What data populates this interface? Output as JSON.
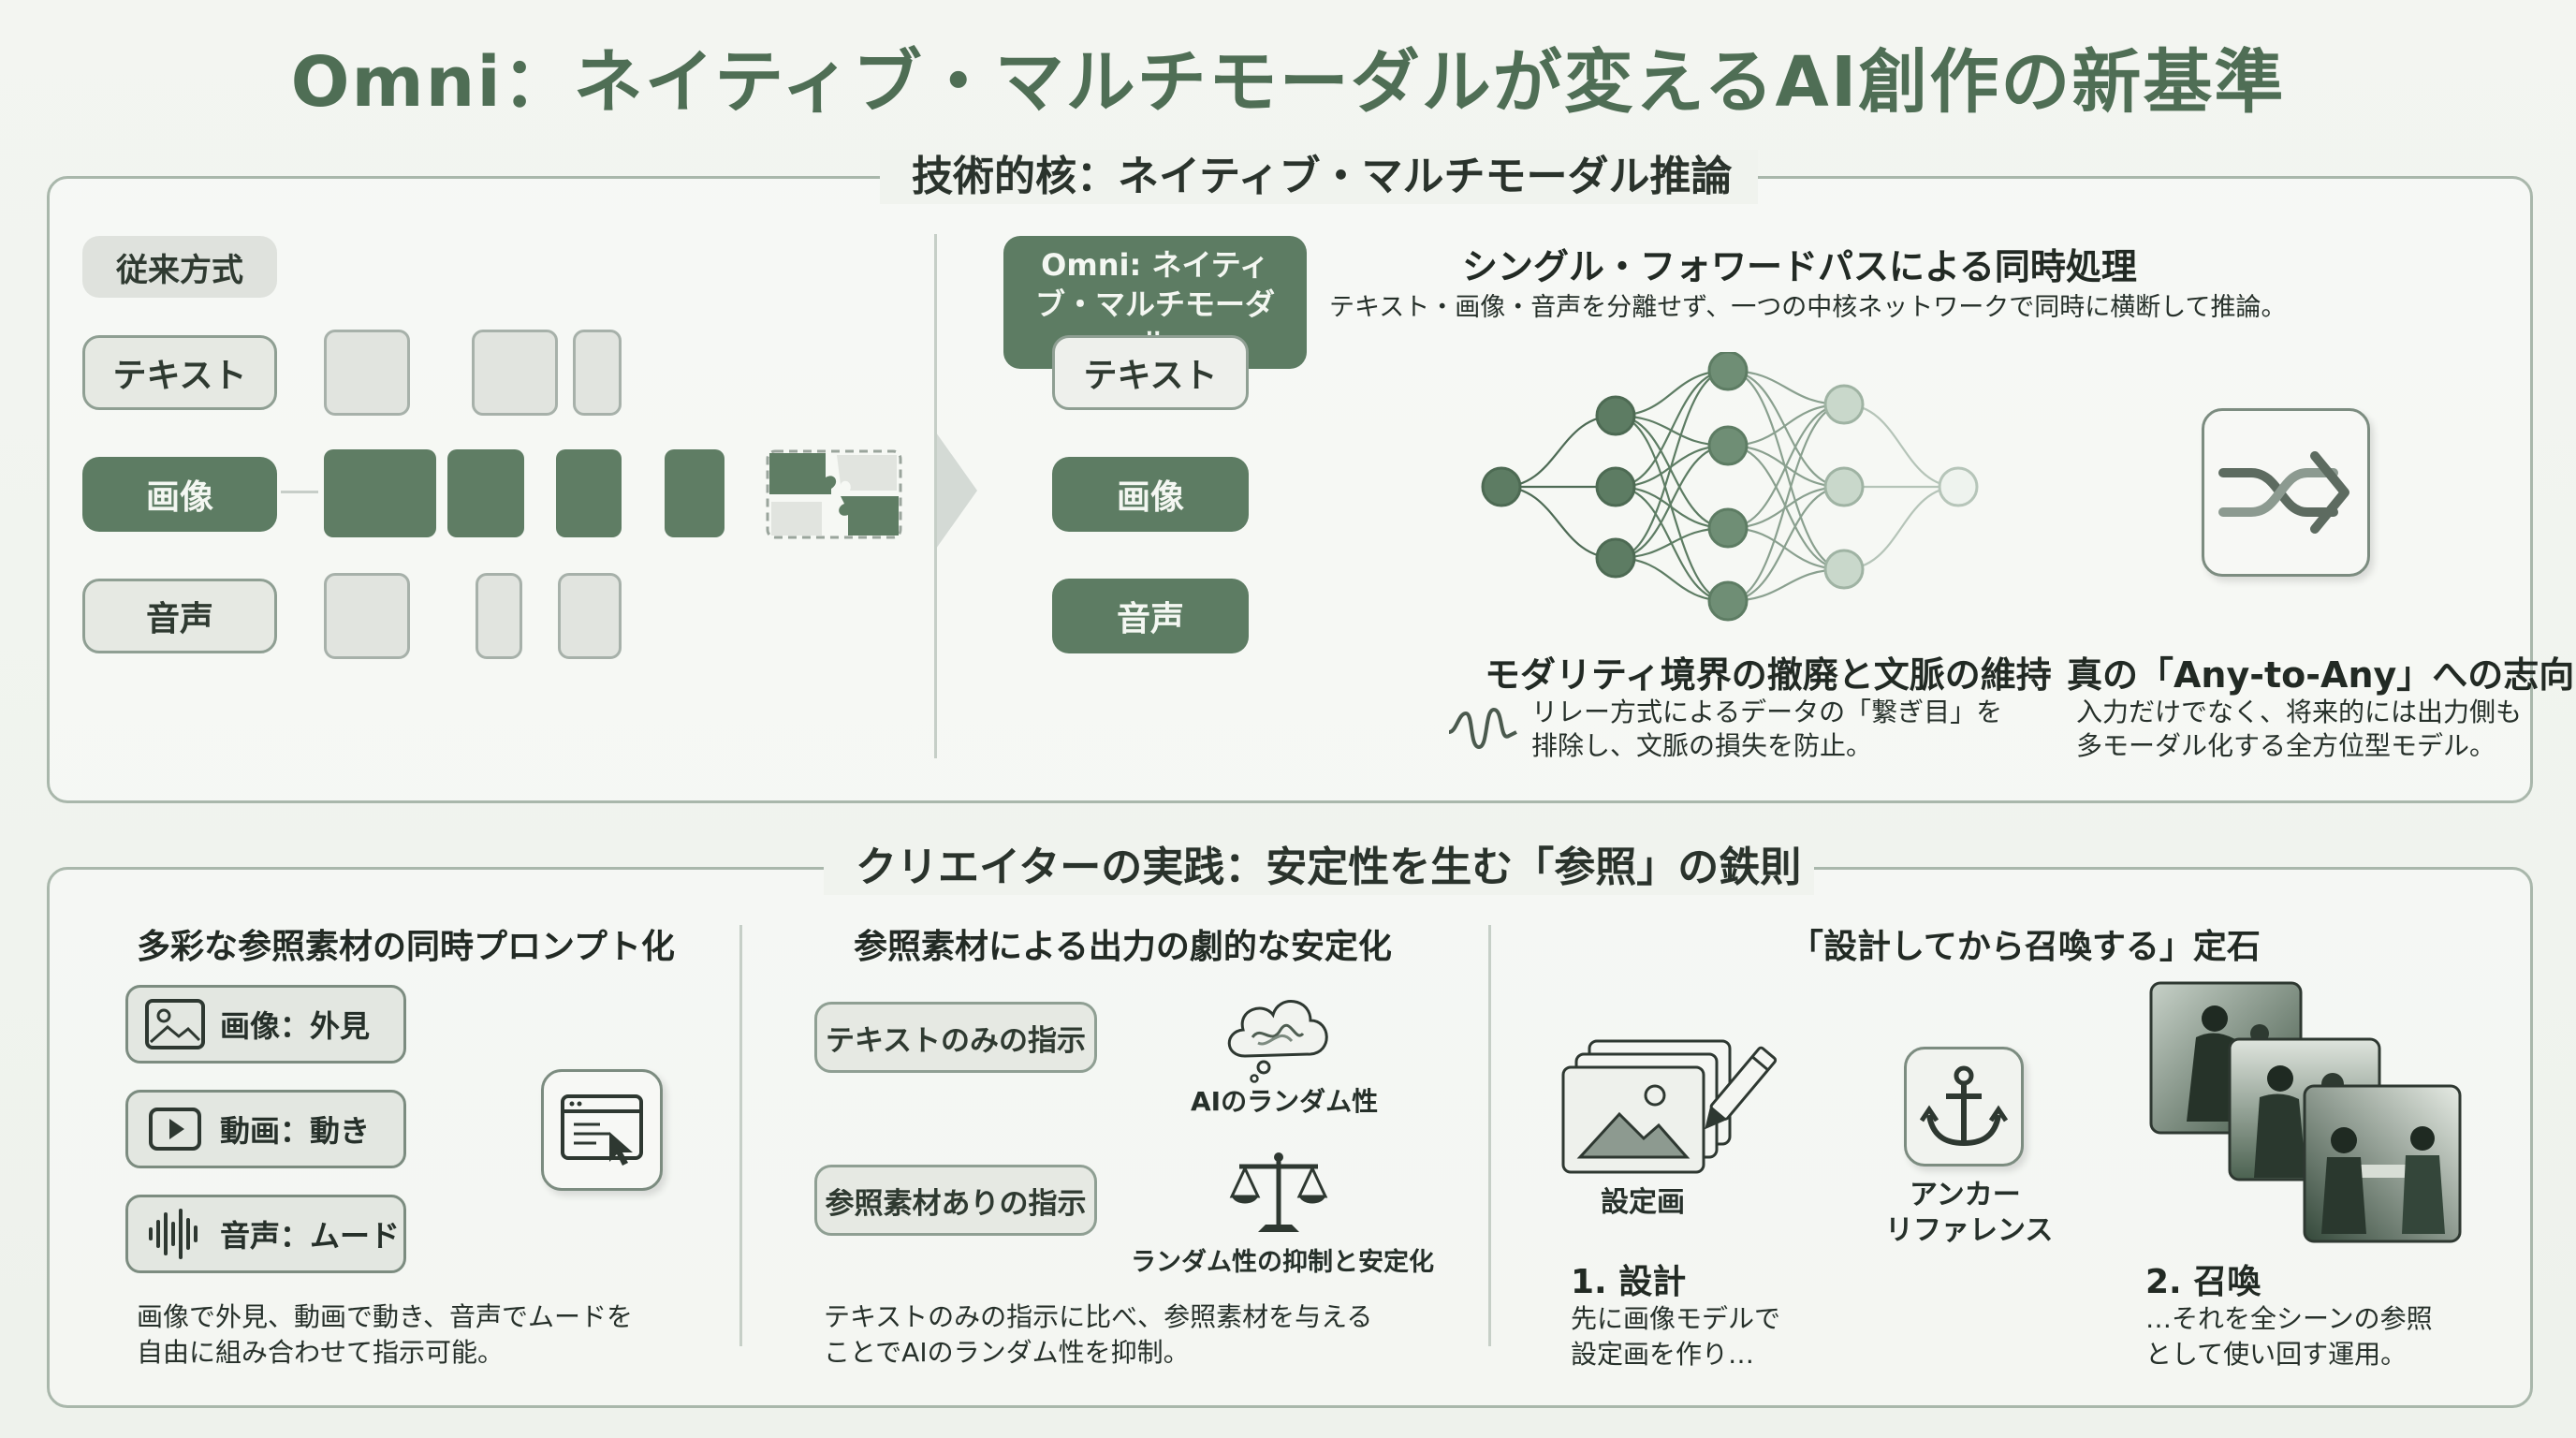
{
  "title": "Omni：ネイティブ・マルチモーダルが変えるAI創作の新基準",
  "top_section": {
    "title": "技術的核：ネイティブ・マルチモーダル推論",
    "legacy": {
      "label": "従来方式",
      "rows": [
        "テキスト",
        "画像",
        "音声"
      ]
    },
    "omni": {
      "header": "Omni: ネイティブ・マルチモーダル",
      "rows": [
        "テキスト",
        "画像",
        "音声"
      ]
    },
    "single_pass": {
      "heading": "シングル・フォワードパスによる同時処理",
      "desc": "テキスト・画像・音声を分離せず、一つの中核ネットワークで同時に横断して推論。"
    },
    "boundary": {
      "heading": "モダリティ境界の撤廃と文脈の維持",
      "lines": [
        "リレー方式によるデータの「繋ぎ目」を",
        "排除し、文脈の損失を防止。"
      ]
    },
    "any_to_any": {
      "heading": "真の「Any-to-Any」への志向",
      "lines": [
        "入力だけでなく、将来的には出力側も",
        "多モーダル化する全方位型モデル。"
      ]
    }
  },
  "bottom_section": {
    "title": "クリエイターの実践：安定性を生む「参照」の鉄則",
    "col1": {
      "heading": "多彩な参照素材の同時プロンプト化",
      "items": [
        "画像：外見",
        "動画：動き",
        "音声：ムード"
      ],
      "lines": [
        "画像で外見、動画で動き、音声でムードを",
        "自由に組み合わせて指示可能。"
      ]
    },
    "col2": {
      "heading": "参照素材による出力の劇的な安定化",
      "text_only": "テキストのみの指示",
      "randomness": "AIのランダム性",
      "with_ref": "参照素材ありの指示",
      "stabilized": "ランダム性の抑制と安定化",
      "lines": [
        "テキストのみの指示に比べ、参照素材を与える",
        "ことでAIのランダム性を抑制。"
      ]
    },
    "col3": {
      "heading": "「設計してから召喚する」定石",
      "setting_label": "設定画",
      "anchor_lines": [
        "アンカー",
        "リファレンス"
      ],
      "step1_title": "1. 設計",
      "step1_lines": [
        "先に画像モデルで",
        "設定画を作り…"
      ],
      "step2_title": "2. 召喚",
      "step2_lines": [
        "…それを全シーンの参照",
        "として使い回す運用。"
      ]
    }
  },
  "colors": {
    "accent": "#4f6e55",
    "dark_green": "#5d7c63",
    "light_grey": "#e1e4df",
    "border": "#a9b7ab"
  }
}
